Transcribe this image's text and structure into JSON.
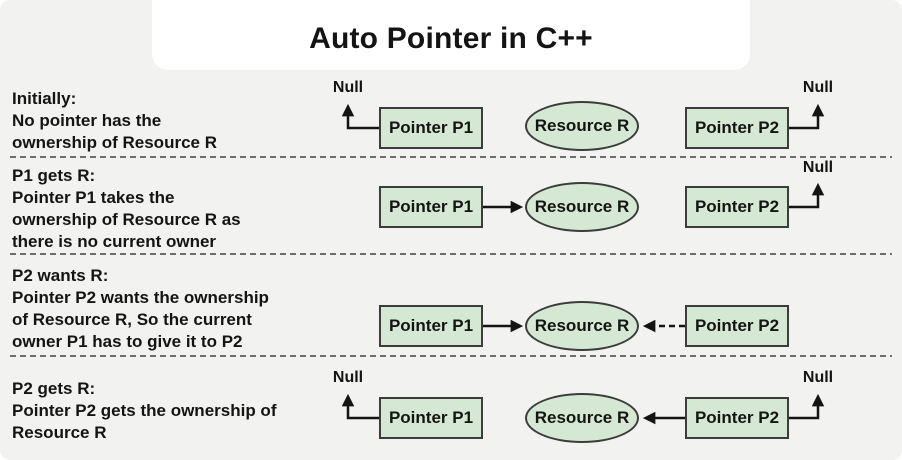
{
  "title": "Auto Pointer in C++",
  "labels": {
    "null": "Null",
    "pointer_p1": "Pointer P1",
    "pointer_p2": "Pointer P2",
    "resource": "Resource R"
  },
  "colors": {
    "bg": "#f2f2f0",
    "card": "#ffffff",
    "fill": "#d5e8d4",
    "border": "#3c3c3c",
    "ink": "#141414",
    "sep": "#6e6e6e"
  },
  "rows": [
    {
      "id": "initially",
      "lines": [
        "Initially:",
        "No pointer has the",
        "ownership of Resource R"
      ]
    },
    {
      "id": "p1-gets-r",
      "lines": [
        "P1 gets R:",
        "Pointer P1 takes the",
        "ownership of Resource R as",
        "there is no current owner"
      ]
    },
    {
      "id": "p2-wants-r",
      "lines": [
        "P2 wants R:",
        "Pointer P2 wants the ownership",
        "of Resource R, So the current",
        "owner P1 has to give it to P2"
      ]
    },
    {
      "id": "p2-gets-r",
      "lines": [
        "P2 gets R:",
        "Pointer P2 gets the ownership of",
        "Resource R"
      ]
    }
  ]
}
